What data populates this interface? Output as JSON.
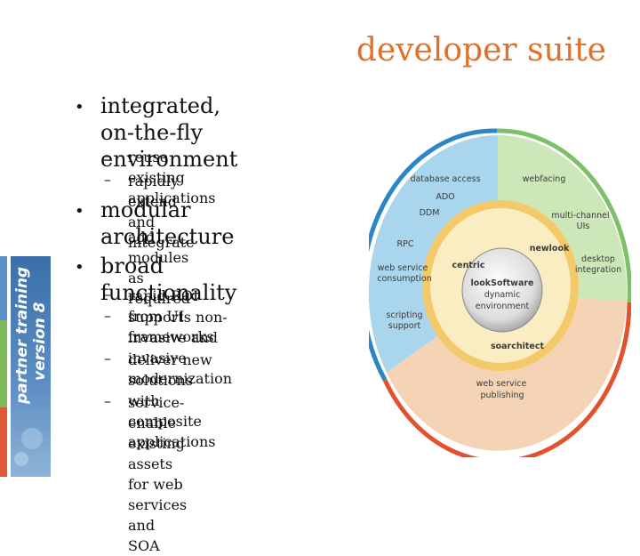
{
  "slide": {
    "title": "developer suite",
    "bullets": [
      {
        "text_lines": [
          "integrated, on-the-fly",
          "environment"
        ],
        "subitems": [
          {
            "lines": [
              "reuse existing applications"
            ]
          },
          {
            "lines": [
              "rapidly extend and integrate"
            ]
          }
        ]
      },
      {
        "text_lines": [
          "modular architecture"
        ],
        "subitems": [
          {
            "lines": [
              "add modules as required"
            ]
          }
        ]
      },
      {
        "text_lines": [
          "broad functionality"
        ],
        "subitems": [
          {
            "lines": [
              "rapid ROI from UI frameworks"
            ]
          },
          {
            "lines": [
              "supports non-invasive and",
              "invasive modernization"
            ]
          },
          {
            "lines": [
              "deliver new solutions with",
              "composite applications"
            ]
          },
          {
            "lines": [
              "service-enable existing assets",
              "for web services and SOA"
            ]
          }
        ]
      }
    ],
    "sidebar": {
      "line1": "partner training",
      "line2": "version 8"
    },
    "diagram": {
      "center": [
        "lookSoftware",
        "dynamic",
        "environment"
      ],
      "middle_ring": {
        "top": "newlook",
        "left": "centric",
        "bottom": "soarchitect"
      },
      "outer_segments": {
        "blue_top": [
          "database access",
          "ADO",
          "DDM"
        ],
        "blue_left": [
          "RPC",
          "web service",
          "consumption"
        ],
        "blue_bottom": [
          "scripting",
          "support"
        ],
        "green_top": [
          "webfacing"
        ],
        "green_mid": [
          "multi-channel",
          "UIs"
        ],
        "green_bottom": [
          "desktop",
          "integration"
        ],
        "orange": [
          "web service",
          "publishing"
        ]
      }
    }
  }
}
